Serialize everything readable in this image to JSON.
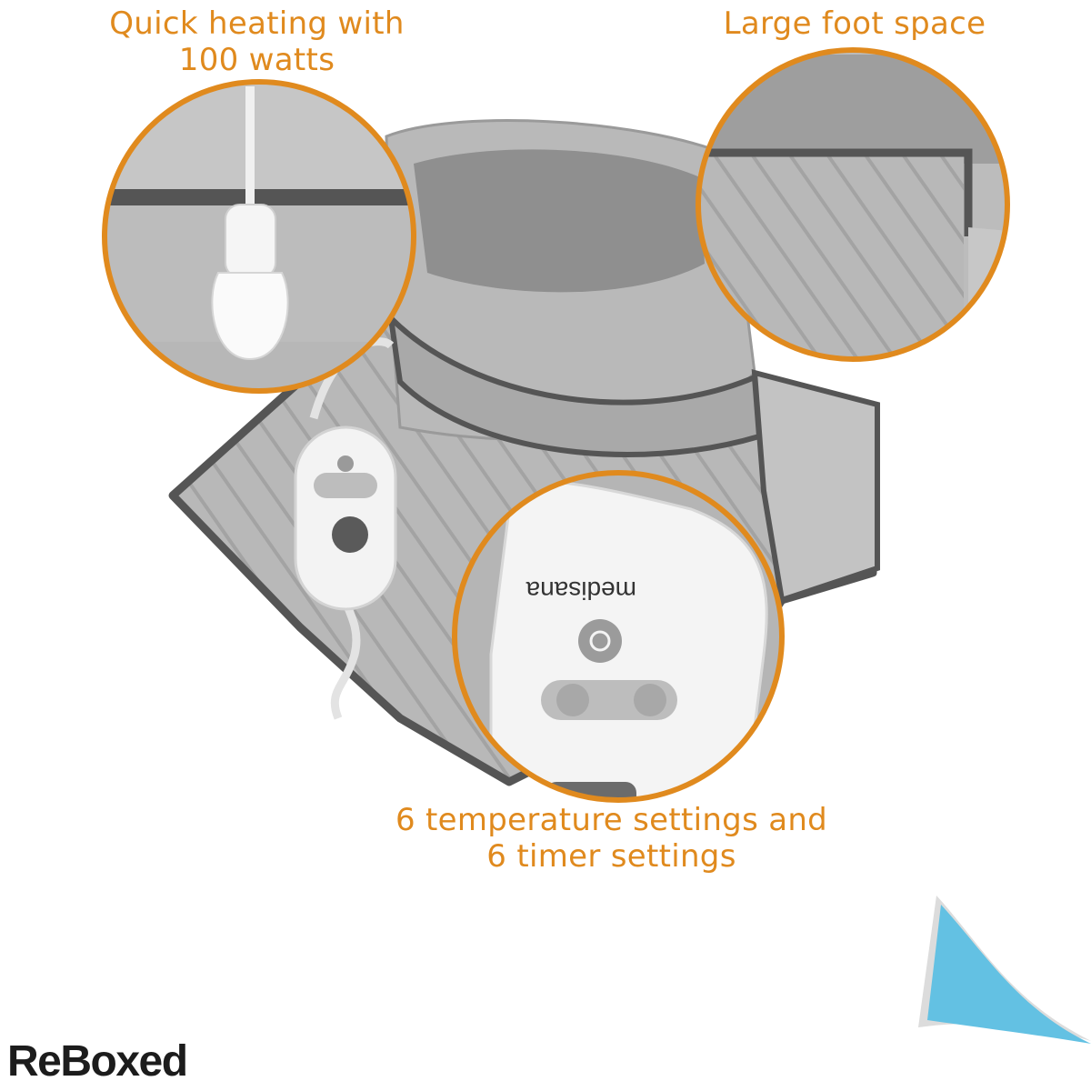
{
  "captions": {
    "heating": {
      "line1": "Quick heating with",
      "line2": "100 watts"
    },
    "foot_space": {
      "line1": "Large foot space"
    },
    "settings": {
      "line1": "6 temperature settings and",
      "line2": "6 timer settings"
    }
  },
  "device": {
    "brand_on_remote": "medisana",
    "buttons": [
      "power-icon",
      "thermometer-icon",
      "timer-icon"
    ]
  },
  "footer": {
    "logo": "ReBoxed"
  },
  "colors": {
    "accent": "#e08a1e",
    "fabric": "#b3b3b3",
    "trim": "#555555",
    "corner": "#63c1e3"
  }
}
